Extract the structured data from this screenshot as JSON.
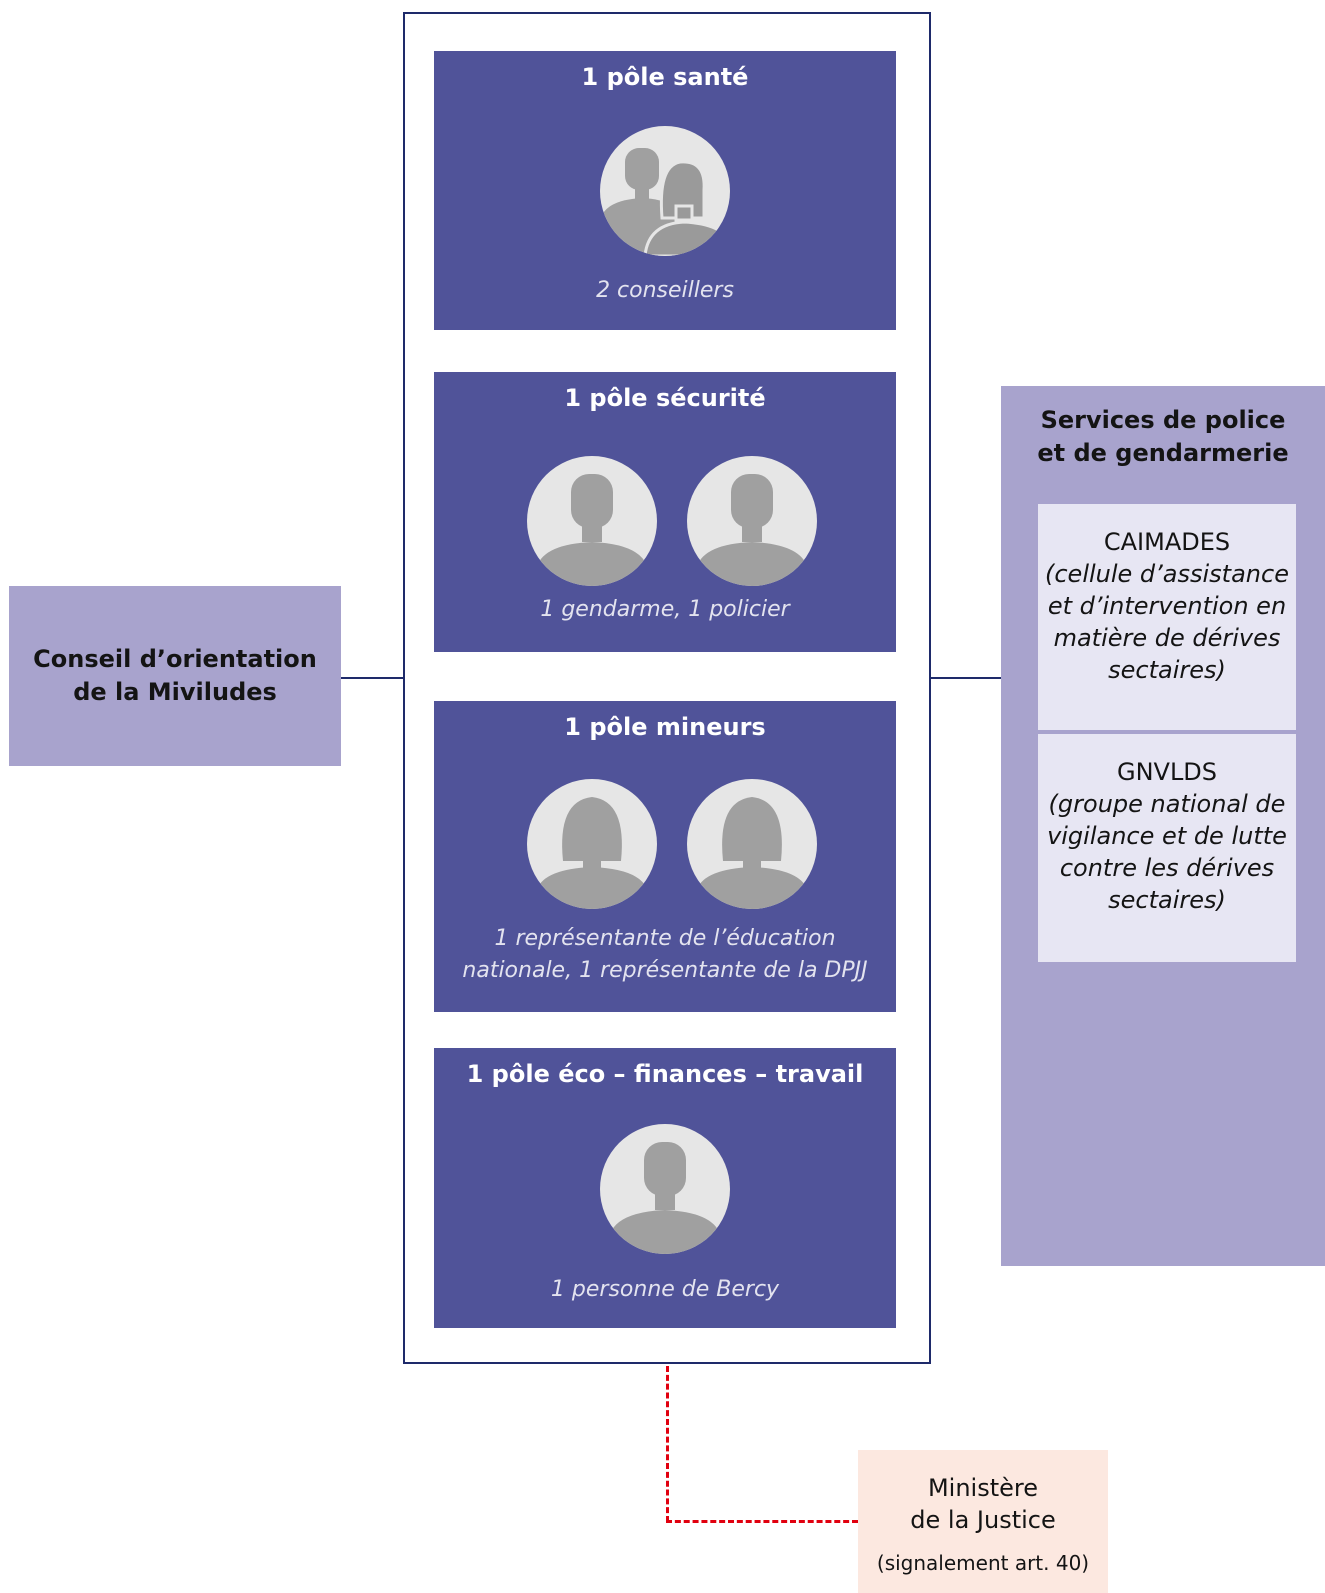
{
  "conseil": {
    "line1": "Conseil d’orientation",
    "line2": "de la Miviludes"
  },
  "poles": [
    {
      "title": "1 pôle santé",
      "caption_line1": "2 conseillers",
      "caption_line2": "",
      "avatars": [
        "person-man-icon",
        "person-woman-icon"
      ]
    },
    {
      "title": "1 pôle sécurité",
      "caption_line1": "1 gendarme, 1 policier",
      "caption_line2": "",
      "avatars": [
        "person-man-icon",
        "person-man-icon"
      ]
    },
    {
      "title": "1 pôle mineurs",
      "caption_line1": "1 représentante de l’éducation",
      "caption_line2": "nationale, 1 représentante de la DPJJ",
      "avatars": [
        "person-woman-icon",
        "person-woman-icon"
      ]
    },
    {
      "title": "1 pôle éco – finances – travail",
      "caption_line1": "1 personne de Bercy",
      "caption_line2": "",
      "avatars": [
        "person-man-icon"
      ]
    }
  ],
  "services": {
    "title_line1": "Services de police",
    "title_line2": "et de gendarmerie",
    "caimades": {
      "name": "CAIMADES",
      "desc": [
        "(cellule d’assistance",
        "et d’intervention en",
        "matière de dérives",
        "sectaires)"
      ]
    },
    "gnvlds": {
      "name": "GNVLDS",
      "desc": [
        "(groupe national de",
        "vigilance et de lutte",
        "contre les dérives",
        "sectaires)"
      ]
    }
  },
  "justice": {
    "line1": "Ministère",
    "line2": "de la Justice",
    "note": "(signalement art. 40)"
  },
  "colors": {
    "pole_bg": "#505399",
    "side_box_bg": "#a8a3cd",
    "subbox_bg": "#e7e6f3",
    "frame_border": "#1e2a6a",
    "dashed_link": "#e1000f",
    "justice_bg": "#fce8e0"
  }
}
